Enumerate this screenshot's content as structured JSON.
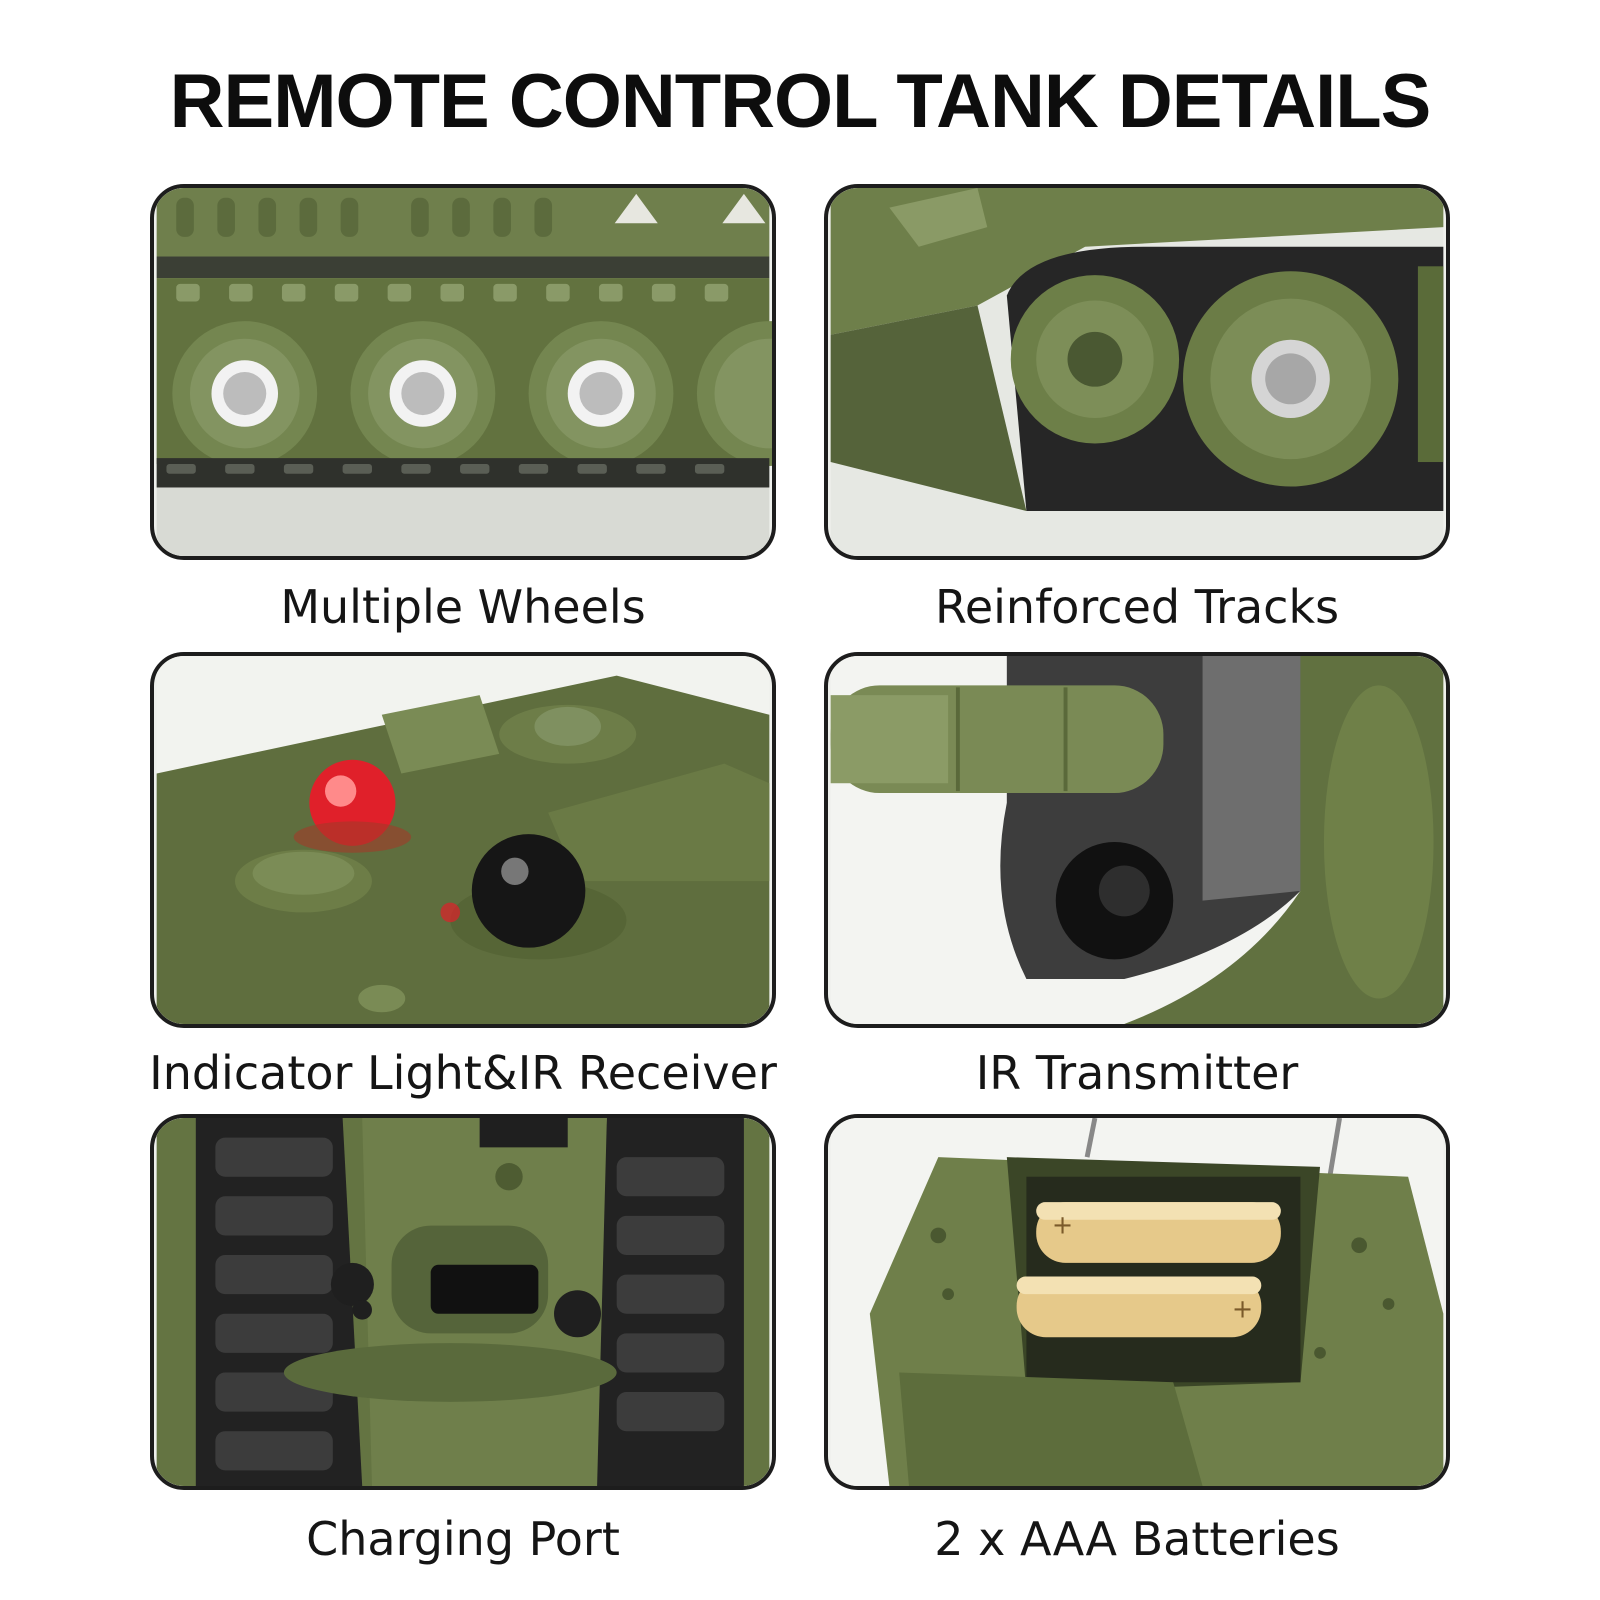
{
  "page": {
    "title": "REMOTE CONTROL TANK DETAILS"
  },
  "panels": [
    {
      "caption": "Multiple Wheels",
      "image": "tank-wheels-photo"
    },
    {
      "caption": "Reinforced Tracks",
      "image": "tank-tracks-photo"
    },
    {
      "caption": "Indicator Light&IR Receiver",
      "image": "indicator-light-photo"
    },
    {
      "caption": "IR Transmitter",
      "image": "ir-transmitter-photo"
    },
    {
      "caption": "Charging Port",
      "image": "charging-port-photo"
    },
    {
      "caption": "2 x AAA Batteries",
      "image": "battery-compartment-photo"
    }
  ],
  "colors": {
    "tank_green": "#6b7d4a",
    "dark_green": "#4c5a33",
    "track_black": "#2b2b2b",
    "indicator_red": "#e0202a",
    "battery_gold": "#e6c98a"
  }
}
